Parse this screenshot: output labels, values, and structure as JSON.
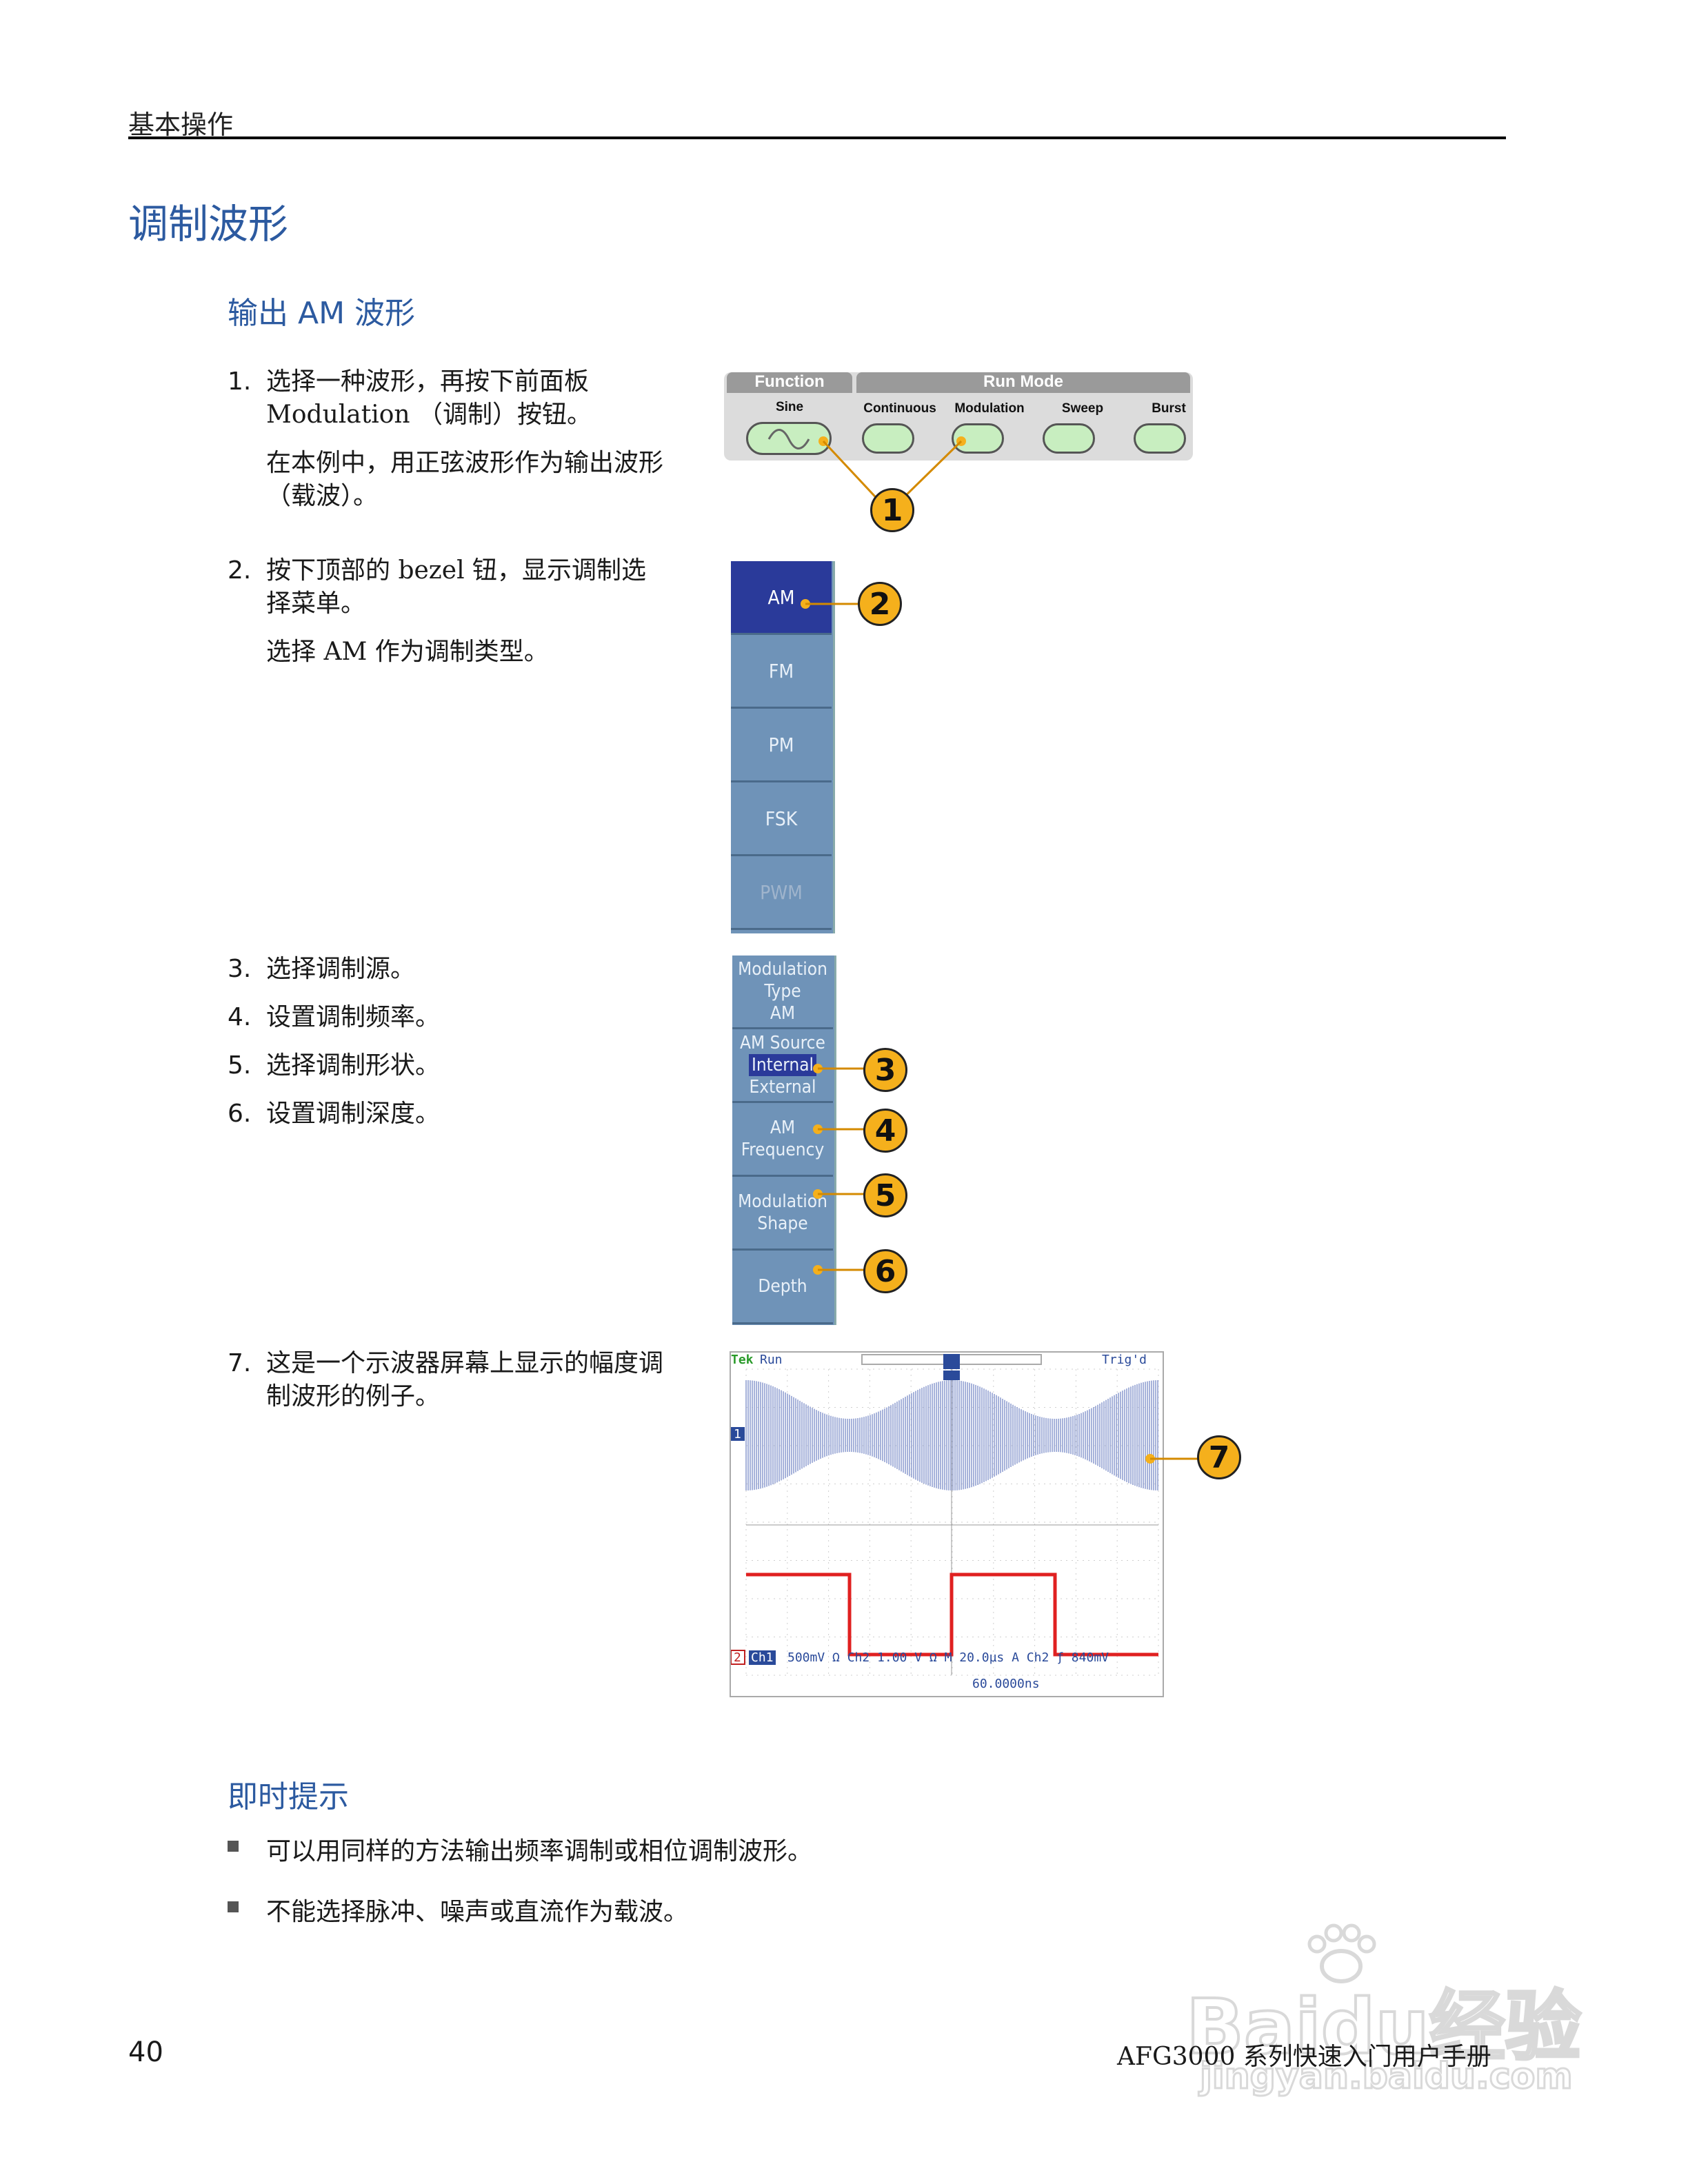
{
  "header": {
    "section": "基本操作"
  },
  "title": "调制波形",
  "subtitle": "输出 AM 波形",
  "steps": [
    {
      "num": "1.",
      "text": "选择一种波形，再按下前面板 Modulation （调制）按钮。",
      "note": "在本例中，用正弦波形作为输出波形 （载波）。"
    },
    {
      "num": "2.",
      "text": "按下顶部的 bezel 钮，显示调制选择菜单。",
      "note": "选择 AM 作为调制类型。"
    },
    {
      "num": "3.",
      "text": "选择调制源。"
    },
    {
      "num": "4.",
      "text": "设置调制频率。"
    },
    {
      "num": "5.",
      "text": "选择调制形状。"
    },
    {
      "num": "6.",
      "text": "设置调制深度。"
    },
    {
      "num": "7.",
      "text": "这是一个示波器屏幕上显示的幅度调制波形的例子。"
    }
  ],
  "front_panel": {
    "function_tab": "Function",
    "run_mode_tab": "Run Mode",
    "buttons": [
      "Sine",
      "Continuous",
      "Modulation",
      "Sweep",
      "Burst"
    ]
  },
  "mod_menu": {
    "items": [
      "AM",
      "FM",
      "PM",
      "FSK",
      "PWM"
    ]
  },
  "am_menu": {
    "mod_type": [
      "Modulation",
      "Type",
      "AM"
    ],
    "source": [
      "AM Source",
      "Internal",
      "External"
    ],
    "freq": [
      "AM",
      "Frequency"
    ],
    "shape": [
      "Modulation",
      "Shape"
    ],
    "depth": "Depth"
  },
  "callouts": [
    "1",
    "2",
    "3",
    "4",
    "5",
    "6",
    "7"
  ],
  "scope": {
    "brand": "Tek",
    "status": "Run",
    "trig": "Trig'd",
    "ch1_marker": "1",
    "ch2_marker": "2",
    "ch1_label": "Ch1",
    "readout": "500mV Ω Ch2   1.00 V Ω M 20.0µs  A  Ch2 ƒ  840mV",
    "trigpos": "60.0000ns"
  },
  "tips": {
    "heading": "即时提示",
    "items": [
      "可以用同样的方法输出频率调制或相位调制波形。",
      "不能选择脉冲、噪声或直流作为载波。"
    ]
  },
  "watermark": {
    "brand": "Baidu经验",
    "url": "jingyan.baidu.com"
  },
  "footer": {
    "page": "40",
    "title": "AFG3000 系列快速入门用户手册"
  },
  "colors": {
    "heading_blue": "#2c5aa0",
    "callout": "#f5b01c",
    "menu_selected": "#2a3a9a",
    "menu": "#6f93b8",
    "am_wave": "#8f9ed0",
    "ch2_wave": "#e02020"
  }
}
